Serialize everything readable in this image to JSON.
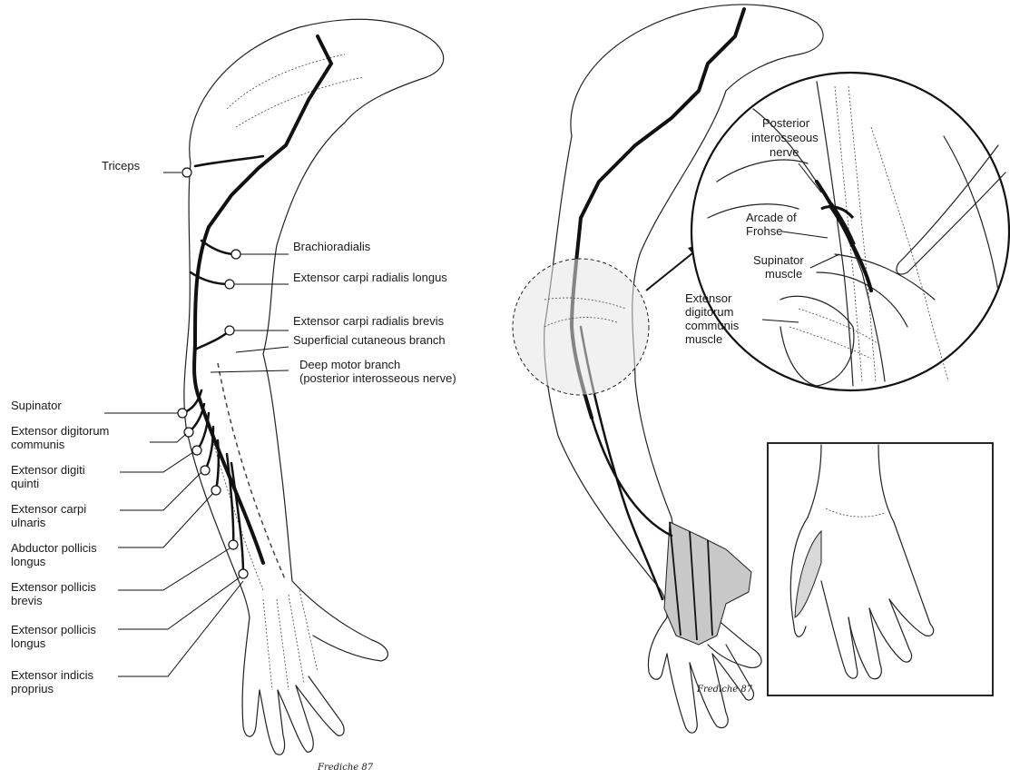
{
  "left_labels": {
    "triceps": "Triceps",
    "brachioradialis": "Brachioradialis",
    "ecrl": "Extensor carpi radialis longus",
    "ecrb": "Extensor carpi radialis brevis",
    "superficial": "Superficial cutaneous branch",
    "deep_1": "Deep motor branch",
    "deep_2": "(posterior interosseous nerve)",
    "supinator": "Supinator",
    "edc_1": "Extensor digitorum",
    "edc_2": "communis",
    "edq_1": "Extensor digiti",
    "edq_2": "quinti",
    "ecu_1": "Extensor carpi",
    "ecu_2": "ulnaris",
    "apl_1": "Abductor pollicis",
    "apl_2": "longus",
    "epb_1": "Extensor pollicis",
    "epb_2": "brevis",
    "epl_1": "Extensor pollicis",
    "epl_2": "longus",
    "eip_1": "Extensor indicis",
    "eip_2": "proprius"
  },
  "inset_labels": {
    "pin_1": "Posterior",
    "pin_2": "interosseous",
    "pin_3": "nerve",
    "arcade_1": "Arcade of",
    "arcade_2": "Frohse",
    "sup_1": "Supinator",
    "sup_2": "muscle",
    "edc_1": "Extensor",
    "edc_2": "digitorum",
    "edc_3": "communis",
    "edc_4": "muscle"
  },
  "signatures": {
    "left": "Frediche 87",
    "right": "Frediche 87"
  }
}
